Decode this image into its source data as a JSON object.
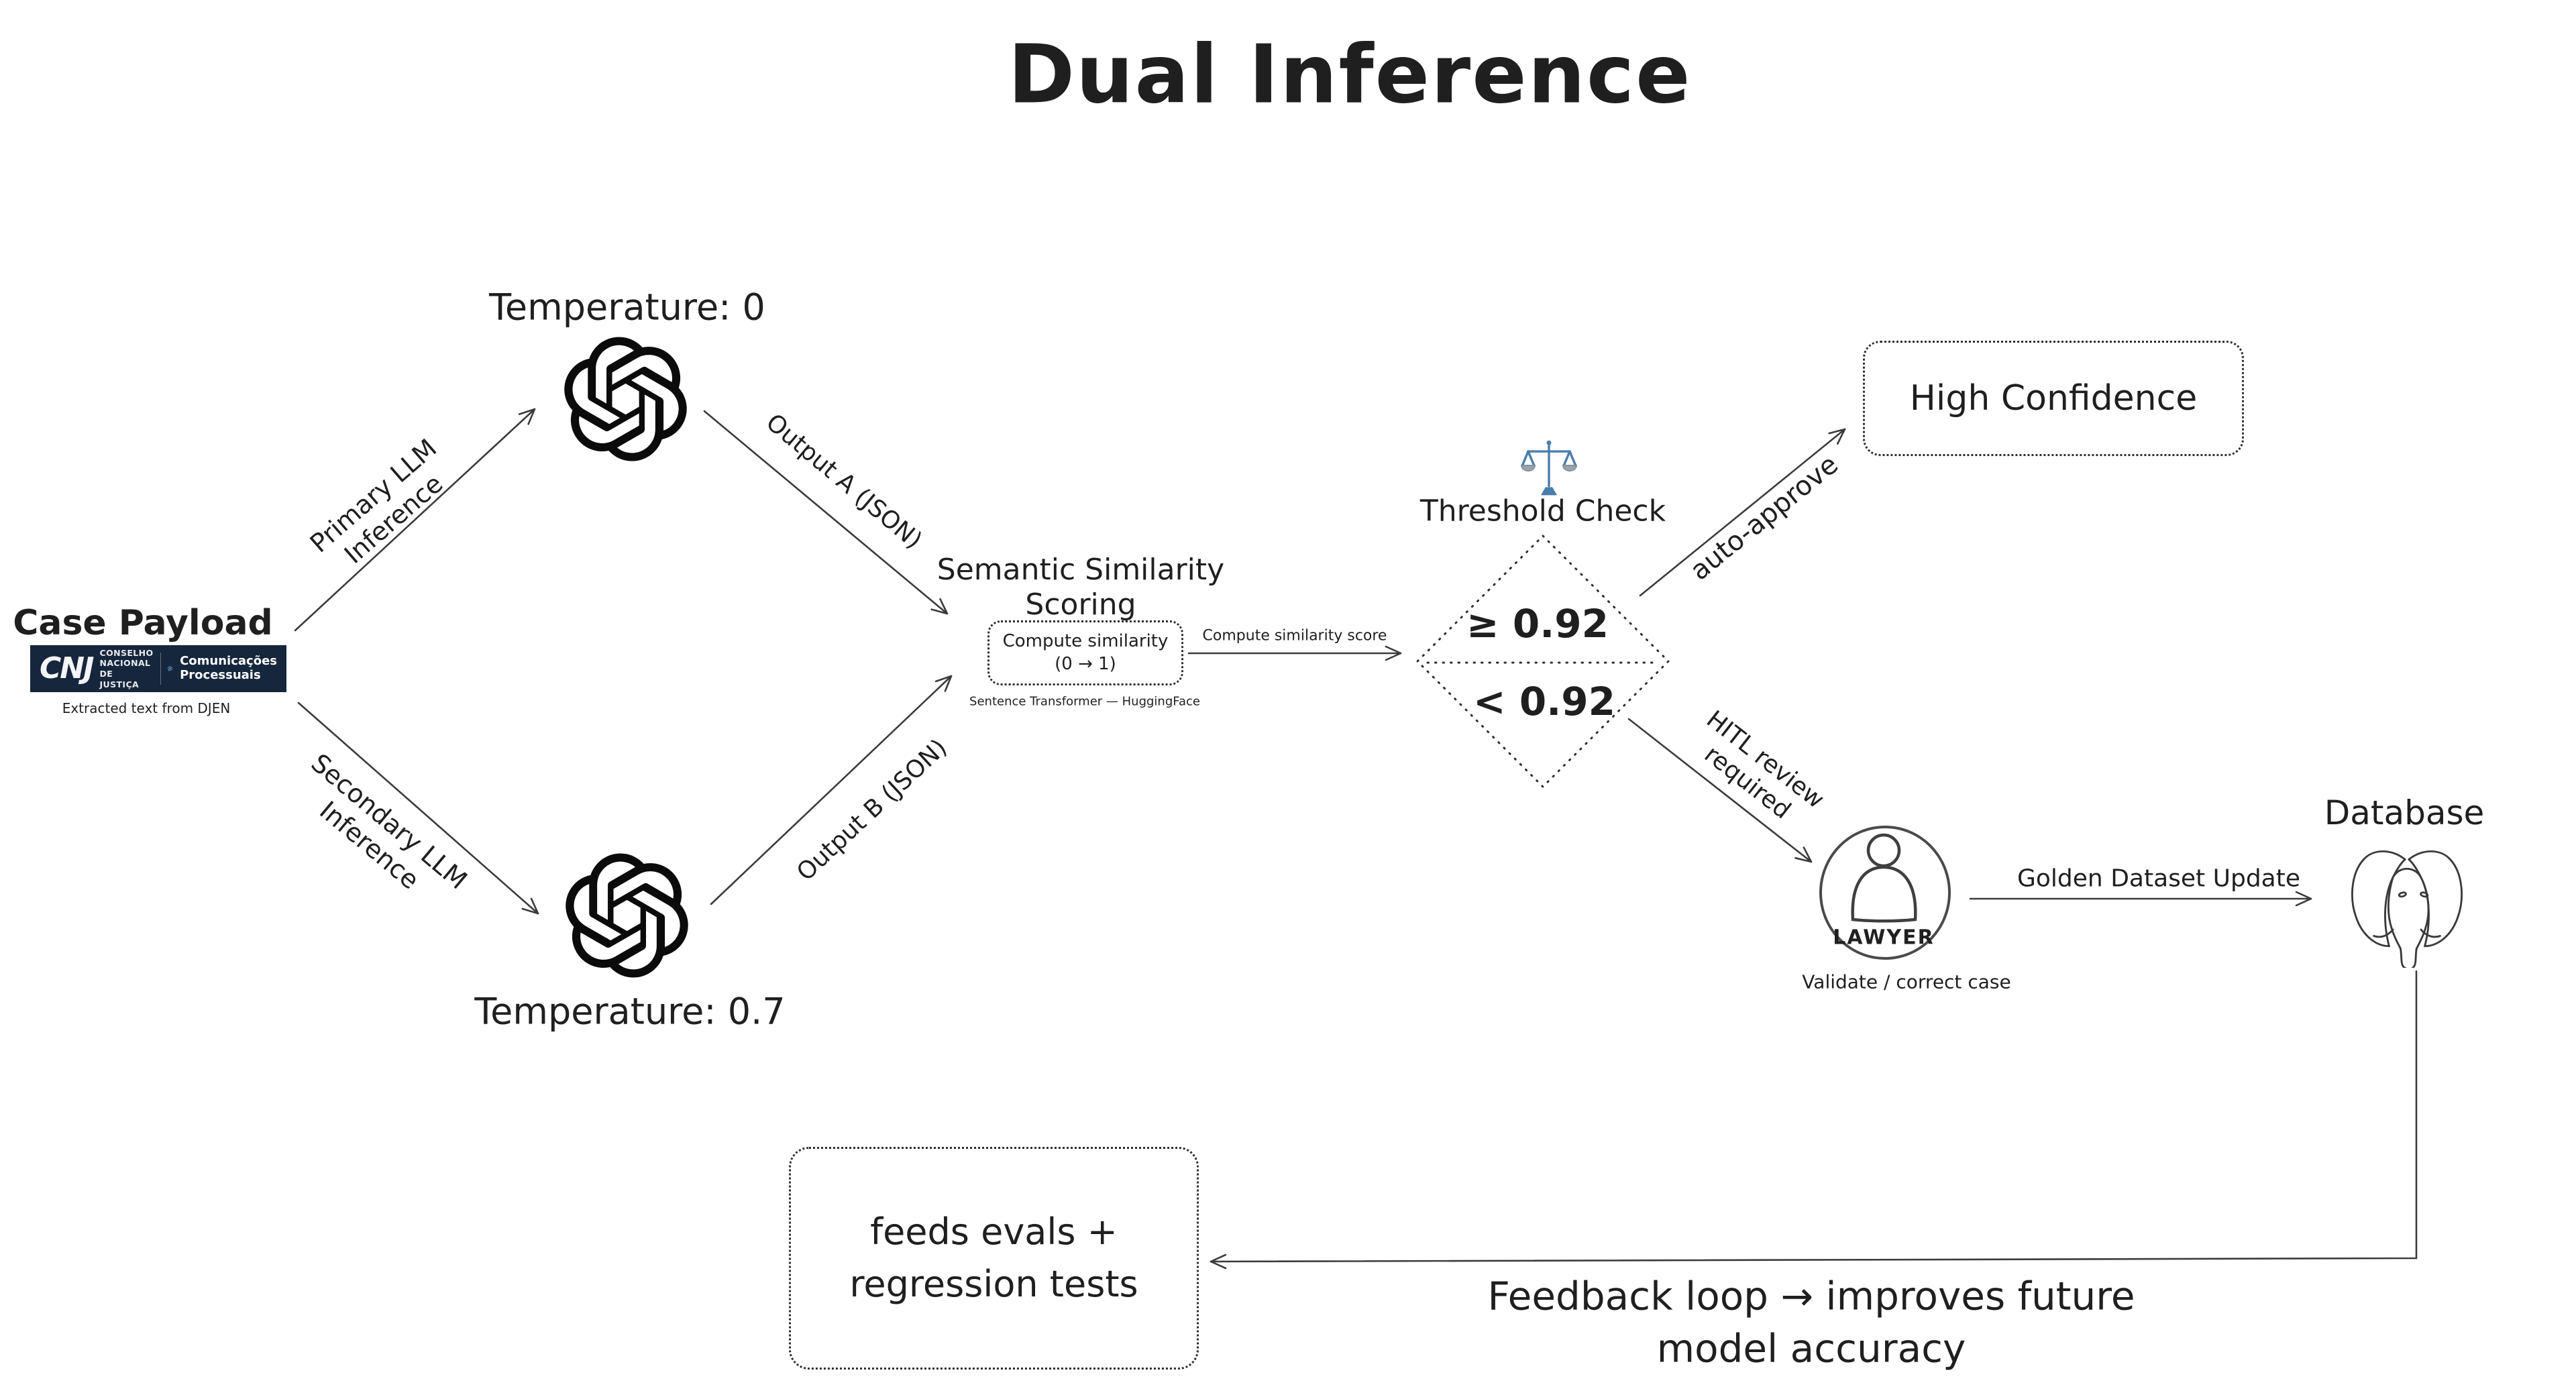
{
  "title": "Dual Inference",
  "colors": {
    "ink": "#1f1f1f",
    "stroke": "#3b3b3b",
    "navy": "#16263c",
    "blue": "#4a7dab",
    "pan_gray": "#9aa3ab"
  },
  "case_payload": {
    "title": "Case Payload",
    "caption": "Extracted text from DJEN",
    "cnj": {
      "acronym": "CNJ",
      "council": "CONSELHO\nNACIONAL\nDE JUSTIÇA",
      "product": "Comunicações\nProcessuais"
    }
  },
  "llm_top": {
    "label": "Temperature: 0"
  },
  "llm_bottom": {
    "label": "Temperature: 0.7"
  },
  "edges": {
    "primary": "Primary LLM\nInference",
    "secondary": "Secondary LLM\nInference",
    "output_a": "Output A (JSON)",
    "output_b": "Output B (JSON)",
    "compute_score": "Compute similarity score",
    "auto_approve": "auto-approve",
    "hitl": "HITL review\nrequired",
    "golden": "Golden Dataset Update",
    "feedback": "Feedback loop → improves future\nmodel accuracy"
  },
  "semantic": {
    "heading": "Semantic Similarity\nScoring",
    "box": "Compute similarity\n(0 → 1)",
    "caption": "Sentence Transformer — HuggingFace"
  },
  "threshold": {
    "heading": "Threshold Check",
    "above": "≥ 0.92",
    "below": "< 0.92"
  },
  "high_confidence": {
    "label": "High Confidence"
  },
  "lawyer": {
    "label": "LAWYER",
    "caption": "Validate / correct case"
  },
  "database": {
    "label": "Database"
  },
  "feeds": {
    "label": "feeds evals +\nregression tests"
  }
}
